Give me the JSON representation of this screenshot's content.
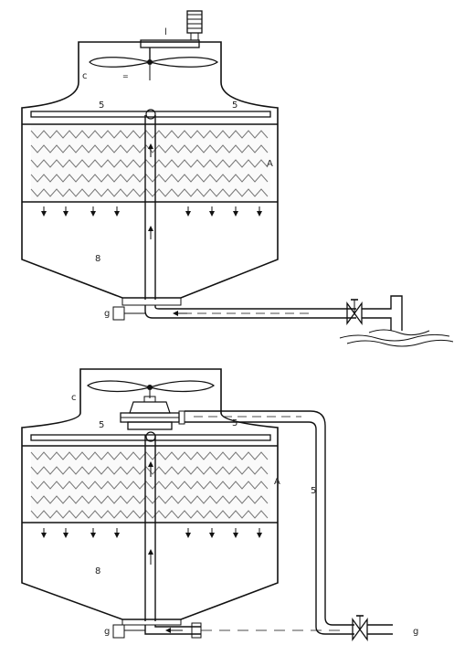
{
  "diagram_top": {
    "labels": {
      "fan_tag": "l",
      "corner": "c",
      "mark": "=",
      "spray_left": "5",
      "spray_right": "5",
      "fill_side": "A",
      "basin": "8",
      "outlet": "g"
    }
  },
  "diagram_bottom": {
    "labels": {
      "corner": "c",
      "spray_left": "5",
      "spray_right": "5",
      "fill_side": "A",
      "pipe": "5",
      "basin": "8",
      "outlet": "g",
      "pipe_end": "g"
    }
  },
  "colors": {
    "line": "#111111",
    "background": "#ffffff",
    "fill_pattern": "#777777",
    "water": "#999999"
  },
  "icons": [
    "motor-icon",
    "fan-icon",
    "valve-icon",
    "water-icon",
    "flow-arrow-icon",
    "turbine-icon"
  ]
}
